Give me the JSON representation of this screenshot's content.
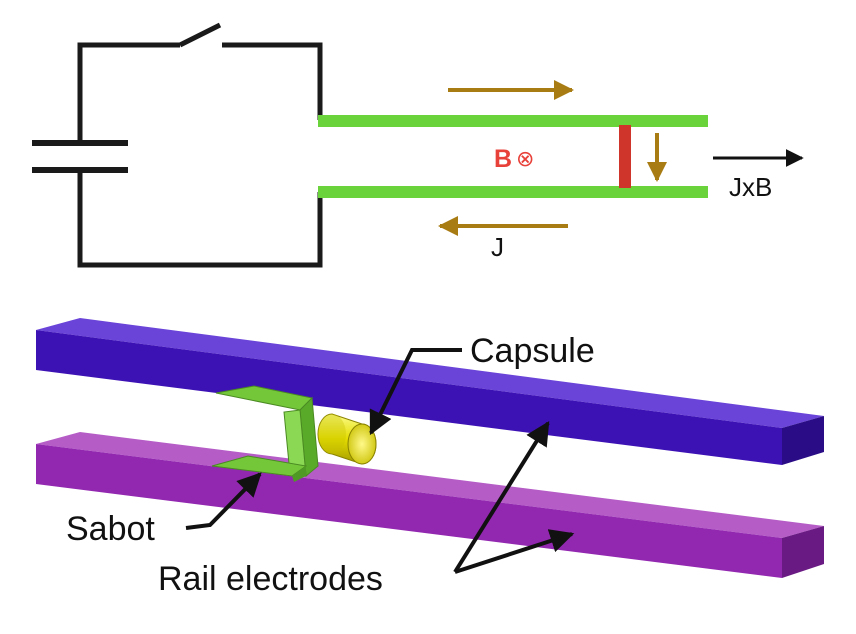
{
  "circuit": {
    "b_field_label": "B",
    "b_field_symbol": "⊗",
    "force_label": "JxB",
    "current_label": "J",
    "colors": {
      "rail": "#6ad23a",
      "armature": "#d0352b",
      "current_arrow": "#a87c12",
      "b_label": "#e8413a",
      "wire": "#1a1a1a"
    }
  },
  "model": {
    "capsule_label": "Capsule",
    "sabot_label": "Sabot",
    "rails_label": "Rail electrodes",
    "colors": {
      "upper_rail": "#3d12b5",
      "lower_rail": "#9227b0",
      "sabot": "#75c73a",
      "capsule": "#e6e000"
    }
  }
}
